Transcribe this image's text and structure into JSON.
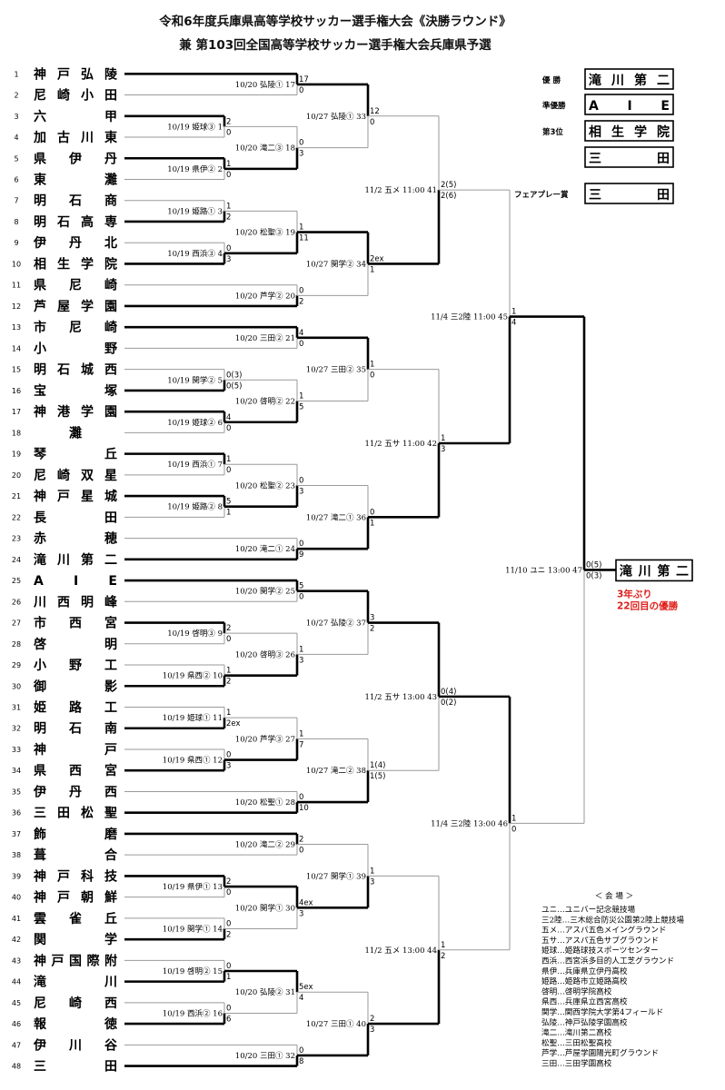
{
  "header": {
    "title1": "令和6年度兵庫県高等学校サッカー選手権大会《決勝ラウンド》",
    "title2": "兼 第103回全国高等学校サッカー選手権大会兵庫県予選"
  },
  "teams": [
    "神戸弘陵",
    "尼崎小田",
    "六甲",
    "加古川東",
    "県伊丹",
    "東灘",
    "明石商",
    "明石高専",
    "伊丹北",
    "相生学院",
    "県尼崎",
    "芦屋学園",
    "市尼崎",
    "小野",
    "明石城西",
    "宝塚",
    "神港学園",
    "灘",
    "琴丘",
    "尼崎双星",
    "神戸星城",
    "長田",
    "赤穂",
    "滝川第二",
    "AIE",
    "川西明峰",
    "市西宮",
    "啓明",
    "小野工",
    "御影",
    "姫路工",
    "明石南",
    "神戸",
    "県西宮",
    "伊丹西",
    "三田松聖",
    "飾磨",
    "葺合",
    "神戸科技",
    "神戸朝鮮",
    "雲雀丘",
    "関学",
    "神戸国際附",
    "滝川",
    "尼崎西",
    "報徳",
    "伊川谷",
    "三田"
  ],
  "matches": [
    {
      "r": 1,
      "a": 1,
      "b": 2,
      "info": "10/20 弘陵① 17",
      "sa": "17",
      "sb": "0"
    },
    {
      "r": 0,
      "a": 3,
      "b": 4,
      "info": "10/19 姫球③ 1",
      "sa": "2",
      "sb": "0"
    },
    {
      "r": 0,
      "a": 5,
      "b": 6,
      "info": "10/19 県伊② 2",
      "sa": "1",
      "sb": "0"
    },
    {
      "r": 1,
      "a": "m1",
      "b": "m2",
      "info": "10/20 滝二③ 18",
      "sa": "0",
      "sb": "3"
    },
    {
      "r": 0,
      "a": 7,
      "b": 8,
      "info": "10/19 姫路① 3",
      "sa": "1",
      "sb": "2"
    },
    {
      "r": 0,
      "a": 9,
      "b": 10,
      "info": "10/19 西浜③ 4",
      "sa": "0",
      "sb": "3"
    },
    {
      "r": 1,
      "a": "m4",
      "b": "m5",
      "info": "10/20 松聖③ 19",
      "sa": "1",
      "sb": "11"
    },
    {
      "r": 1,
      "a": 11,
      "b": 12,
      "info": "10/20 芦学② 20",
      "sa": "0",
      "sb": "2"
    },
    {
      "r": 1,
      "a": 13,
      "b": 14,
      "info": "10/20 三田② 21",
      "sa": "4",
      "sb": "0"
    },
    {
      "r": 0,
      "a": 15,
      "b": 16,
      "info": "10/19 関学② 5",
      "sa": "0(3)",
      "sb": "0(5)"
    },
    {
      "r": 0,
      "a": 17,
      "b": 18,
      "info": "10/19 姫球② 6",
      "sa": "4",
      "sb": "0"
    },
    {
      "r": 1,
      "a": "m9",
      "b": "m10",
      "info": "10/20 啓明② 22",
      "sa": "1",
      "sb": "5"
    },
    {
      "r": 0,
      "a": 19,
      "b": 20,
      "info": "10/19 西浜① 7",
      "sa": "1",
      "sb": "0"
    },
    {
      "r": 0,
      "a": 21,
      "b": 22,
      "info": "10/19 姫路② 8",
      "sa": "5",
      "sb": "1"
    },
    {
      "r": 1,
      "a": "m12",
      "b": "m13",
      "info": "10/20 松聖② 23",
      "sa": "0",
      "sb": "3"
    },
    {
      "r": 1,
      "a": 23,
      "b": 24,
      "info": "10/20 滝二① 24",
      "sa": "0",
      "sb": "9"
    },
    {
      "r": 1,
      "a": 25,
      "b": 26,
      "info": "10/20 関学② 25",
      "sa": "5",
      "sb": "0"
    },
    {
      "r": 0,
      "a": 27,
      "b": 28,
      "info": "10/19 啓明③ 9",
      "sa": "2",
      "sb": "0"
    },
    {
      "r": 0,
      "a": 29,
      "b": 30,
      "info": "10/19 県西② 10",
      "sa": "1",
      "sb": "2"
    },
    {
      "r": 1,
      "a": "m17",
      "b": "m18",
      "info": "10/20 啓明③ 26",
      "sa": "1",
      "sb": "3"
    },
    {
      "r": 0,
      "a": 31,
      "b": 32,
      "info": "10/19 姫球① 11",
      "sa": "1",
      "sb": "2ex"
    },
    {
      "r": 0,
      "a": 33,
      "b": 34,
      "info": "10/19 県西① 12",
      "sa": "0",
      "sb": "3"
    },
    {
      "r": 1,
      "a": "m20",
      "b": "m21",
      "info": "10/20 芦学③ 27",
      "sa": "1",
      "sb": "7"
    },
    {
      "r": 1,
      "a": 35,
      "b": 36,
      "info": "10/20 松聖① 28",
      "sa": "0",
      "sb": "10"
    },
    {
      "r": 1,
      "a": 37,
      "b": 38,
      "info": "10/20 滝二② 29",
      "sa": "2",
      "sb": "0"
    },
    {
      "r": 0,
      "a": 39,
      "b": 40,
      "info": "10/19 県伊① 13",
      "sa": "2",
      "sb": "0"
    },
    {
      "r": 0,
      "a": 41,
      "b": 42,
      "info": "10/19 関学① 14",
      "sa": "0",
      "sb": "2"
    },
    {
      "r": 1,
      "a": "m25",
      "b": "m26",
      "info": "10/20 関学① 30",
      "sa": "4ex",
      "sb": "3"
    },
    {
      "r": 0,
      "a": 43,
      "b": 44,
      "info": "10/19 啓明② 15",
      "sa": "0",
      "sb": "1"
    },
    {
      "r": 0,
      "a": 45,
      "b": 46,
      "info": "10/19 西浜② 16",
      "sa": "0",
      "sb": "6"
    },
    {
      "r": 1,
      "a": "m28",
      "b": "m29",
      "info": "10/20 弘陵② 31",
      "sa": "5ex",
      "sb": "4"
    },
    {
      "r": 1,
      "a": 47,
      "b": 48,
      "info": "10/20 三田① 32",
      "sa": "0",
      "sb": "8"
    },
    {
      "r": 2,
      "a": "m0",
      "b": "m3",
      "info": "10/27 弘陵① 33",
      "sa": "12",
      "sb": "0"
    },
    {
      "r": 2,
      "a": "m6",
      "b": "m7",
      "info": "10/27 関学② 34",
      "sa": "2ex",
      "sb": "1"
    },
    {
      "r": 2,
      "a": "m8",
      "b": "m11",
      "info": "10/27 三田② 35",
      "sa": "1",
      "sb": "0"
    },
    {
      "r": 2,
      "a": "m14",
      "b": "m15",
      "info": "10/27 滝二① 36",
      "sa": "0",
      "sb": "1"
    },
    {
      "r": 2,
      "a": "m16",
      "b": "m19",
      "info": "10/27 弘陵② 37",
      "sa": "3",
      "sb": "2"
    },
    {
      "r": 2,
      "a": "m22",
      "b": "m23",
      "info": "10/27 滝二② 38",
      "sa": "1(4)",
      "sb": "1(5)"
    },
    {
      "r": 2,
      "a": "m24",
      "b": "m27",
      "info": "10/27 関学① 39",
      "sa": "1",
      "sb": "3"
    },
    {
      "r": 2,
      "a": "m30",
      "b": "m31",
      "info": "10/27 三田① 40",
      "sa": "2",
      "sb": "3"
    },
    {
      "r": 3,
      "a": "m32",
      "b": "m33",
      "info": "11/2 五メ 11:00 41",
      "sa": "2(5)",
      "sb": "2(6)"
    },
    {
      "r": 3,
      "a": "m34",
      "b": "m35",
      "info": "11/2 五サ 11:00 42",
      "sa": "1",
      "sb": "3"
    },
    {
      "r": 3,
      "a": "m36",
      "b": "m37",
      "info": "11/2 五サ 13:00 43",
      "sa": "0(4)",
      "sb": "0(2)"
    },
    {
      "r": 3,
      "a": "m38",
      "b": "m39",
      "info": "11/2 五メ 13:00 44",
      "sa": "1",
      "sb": "2"
    },
    {
      "r": 4,
      "a": "m40",
      "b": "m41",
      "info": "11/4 三2陸 11:00 45",
      "sa": "1",
      "sb": "4"
    },
    {
      "r": 4,
      "a": "m42",
      "b": "m43",
      "info": "11/4 三2陸 13:00 46",
      "sa": "1",
      "sb": "0"
    },
    {
      "r": 5,
      "a": "m44",
      "b": "m45",
      "info": "11/10 ユニ 13:00 47",
      "sa": "0(5)",
      "sb": "0(3)"
    }
  ],
  "champion": {
    "name": "滝川第二",
    "note1": "3年ぶり",
    "note2": "22回目の優勝"
  },
  "awards": [
    {
      "label": "優 勝",
      "value": "滝川第二"
    },
    {
      "label": "準優勝",
      "value": "A I E"
    },
    {
      "label": "第3位",
      "value": "相生学院"
    },
    {
      "label": "",
      "value": "三 田"
    },
    {
      "label": "フェアプレー賞",
      "value": "三 田"
    }
  ],
  "venues": {
    "title": "＜ 会 場 ＞",
    "items": [
      "ユニ…ユニバー記念競技場",
      "三2陸…三木総合防災公園第2陸上競技場",
      "五メ…アスパ五色メイングラウンド",
      "五サ…アスパ五色サブグラウンド",
      "姫球…姫路球技スポーツセンター",
      "西浜…西宮浜多目的人工芝グラウンド",
      "県伊…兵庫県立伊丹高校",
      "姫路…姫路市立姫路高校",
      "啓明…啓明学院高校",
      "県西…兵庫県立西宮高校",
      "関学…関西学院大学第4フィールド",
      "弘陵…神戸弘陵学園高校",
      "滝二…滝川第二高校",
      "松聖…三田松聖高校",
      "芦学…芦屋学園陽光町グラウンド",
      "三田…三田学園高校"
    ]
  },
  "colors": {
    "line": "#111111",
    "win": "#000000",
    "gray": "#9a9a9a",
    "red": "#e0201c"
  }
}
